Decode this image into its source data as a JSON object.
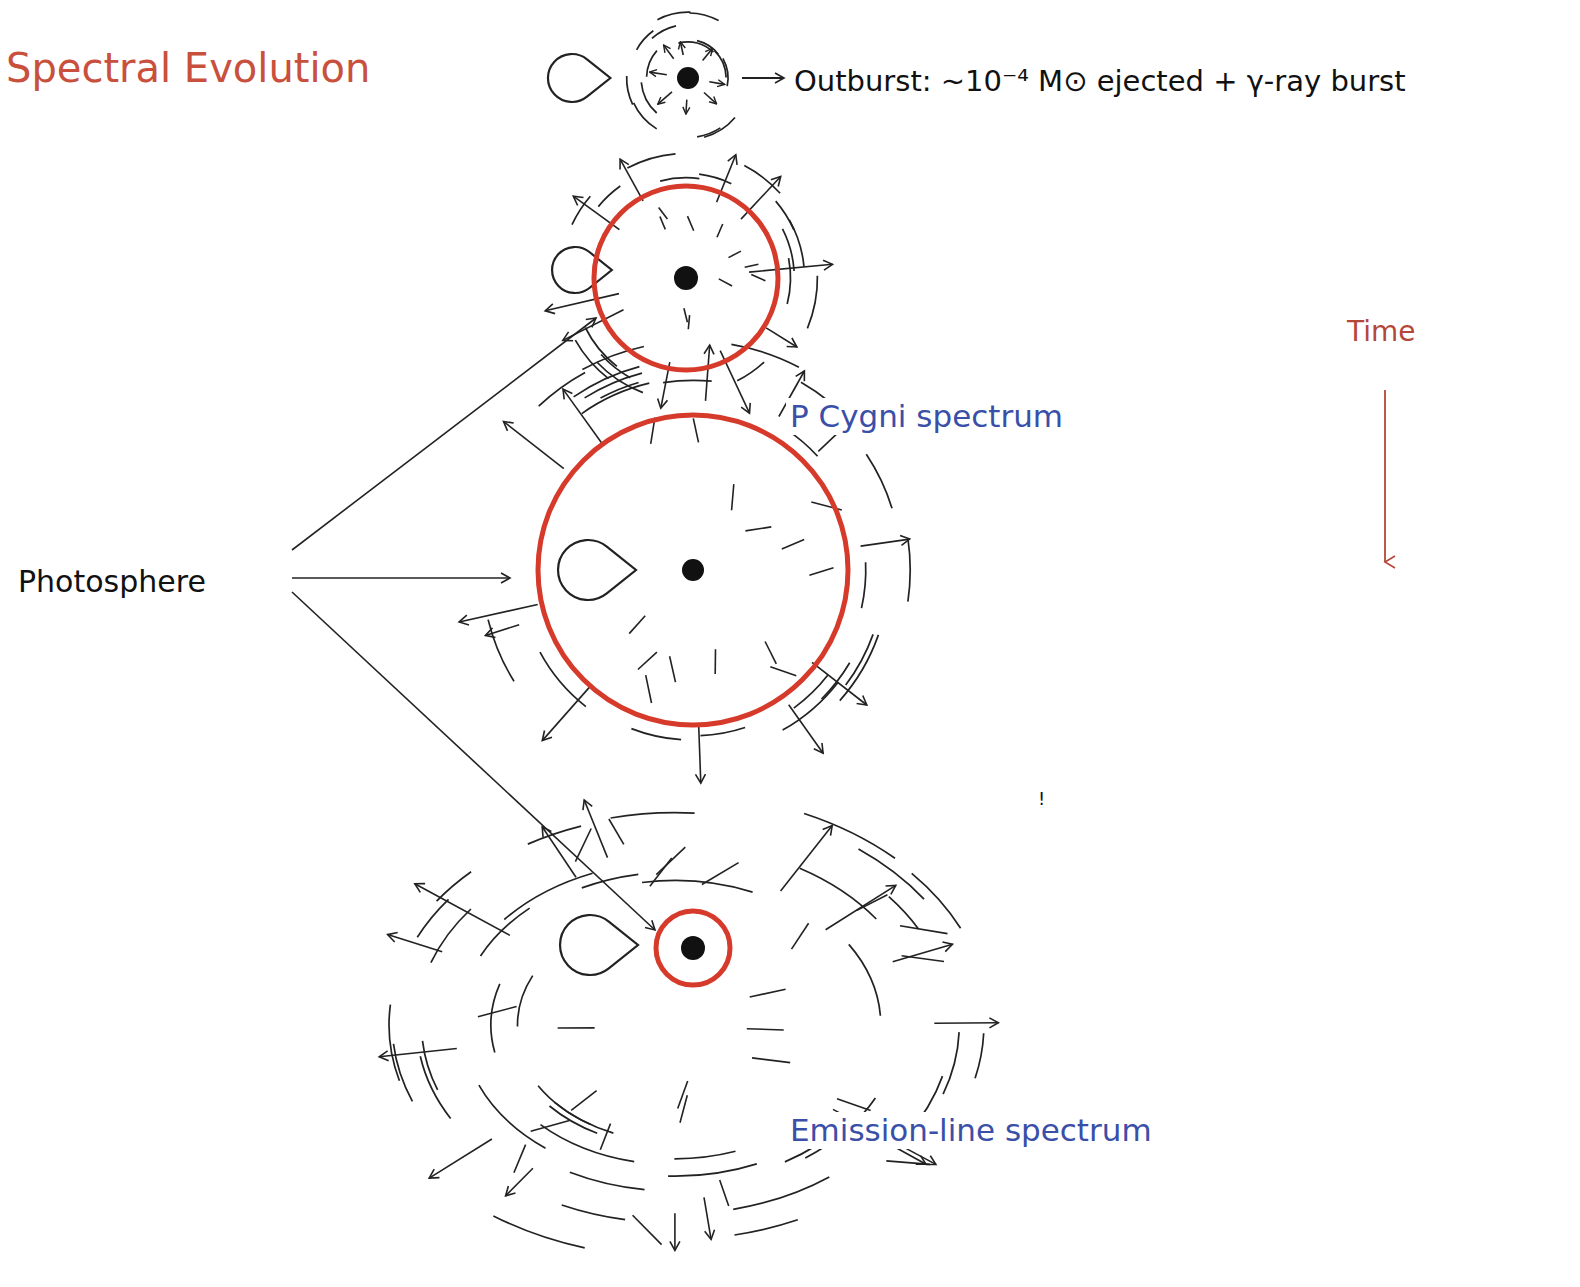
{
  "diagram": {
    "title": "Spectral Evolution",
    "labels": [
      "Outburst: ~10⁻⁴ M⊙ ejected + γ-ray burst",
      "Time",
      "P Cygni spectrum",
      "Photosphere",
      "!",
      "Emission-line spectrum"
    ]
  }
}
